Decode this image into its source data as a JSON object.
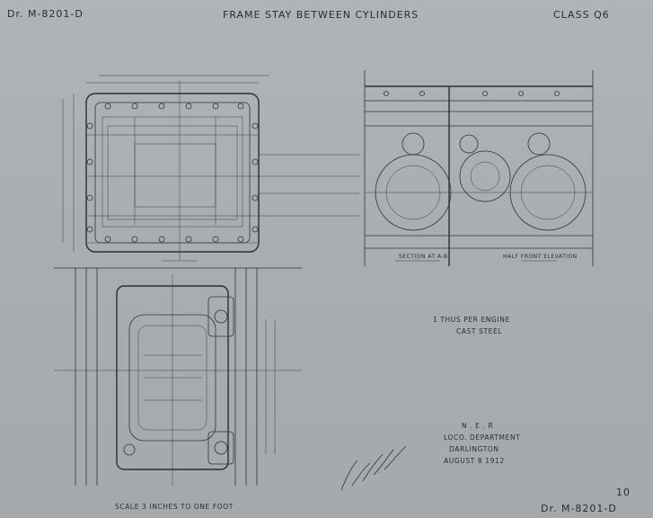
{
  "drawing_number_top": "Dr. M-8201-D",
  "drawing_number_bottom": "Dr. M-8201-D",
  "title": "FRAME STAY BETWEEN CYLINDERS",
  "class_label": "CLASS",
  "class_value": "Q6",
  "notes": {
    "quantity": "1 THUS PER ENGINE",
    "material": "CAST STEEL"
  },
  "title_block": {
    "company": "N . E . R",
    "department": "LOCO. DEPARTMENT",
    "place": "DARLINGTON",
    "date": "AUGUST 8 1912"
  },
  "scale": "SCALE 3 INCHES TO ONE FOOT",
  "sheet_number": "10",
  "views": {
    "section_ab": "SECTION AT A-B",
    "half_front": "HALF FRONT ELEVATION"
  }
}
